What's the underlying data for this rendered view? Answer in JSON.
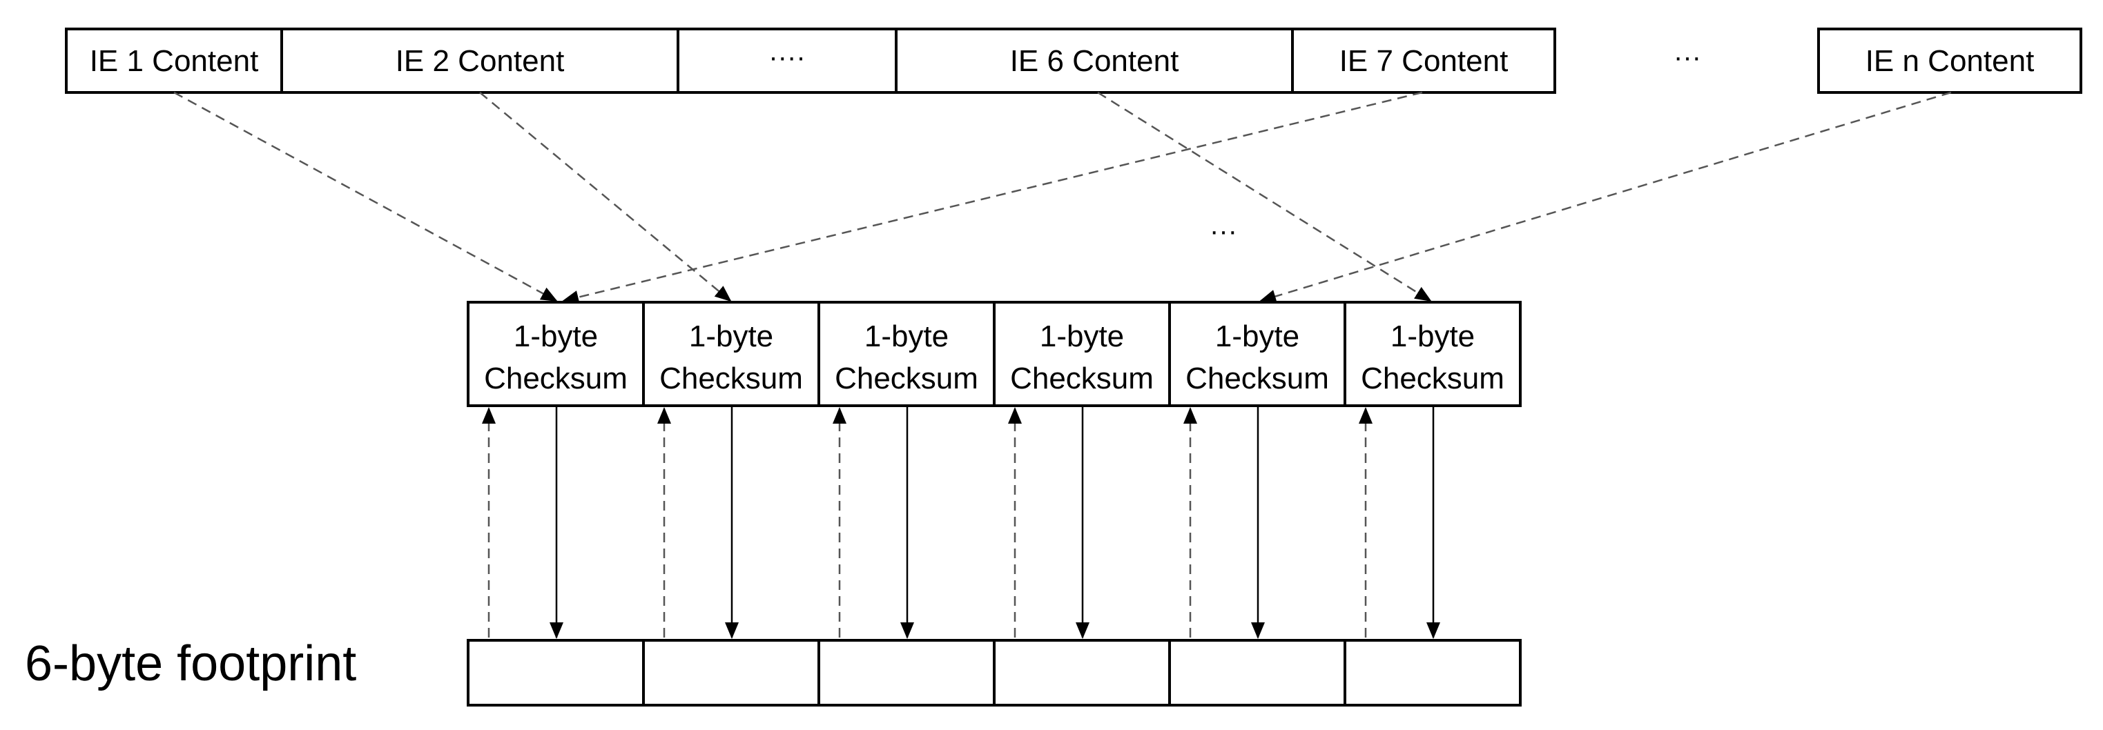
{
  "ie_row": {
    "blocks": [
      {
        "name": "ie-1-content",
        "label": "IE 1 Content"
      },
      {
        "name": "ie-2-content",
        "label": "IE 2 Content"
      },
      {
        "name": "ie-ellipsis",
        "label": "····"
      },
      {
        "name": "ie-6-content",
        "label": "IE 6 Content"
      },
      {
        "name": "ie-7-content",
        "label": "IE 7 Content"
      }
    ],
    "gap_ellipsis": "···",
    "last_block": {
      "name": "ie-n-content",
      "label": "IE n Content"
    }
  },
  "middle_ellipsis": "···",
  "checksums": [
    {
      "line1": "1-byte",
      "line2": "Checksum"
    },
    {
      "line1": "1-byte",
      "line2": "Checksum"
    },
    {
      "line1": "1-byte",
      "line2": "Checksum"
    },
    {
      "line1": "1-byte",
      "line2": "Checksum"
    },
    {
      "line1": "1-byte",
      "line2": "Checksum"
    },
    {
      "line1": "1-byte",
      "line2": "Checksum"
    }
  ],
  "footprint": {
    "label": "6-byte footprint",
    "cells": 6
  },
  "colors": {
    "stroke": "#000000",
    "dashed_stroke": "#555555",
    "background": "#ffffff"
  }
}
